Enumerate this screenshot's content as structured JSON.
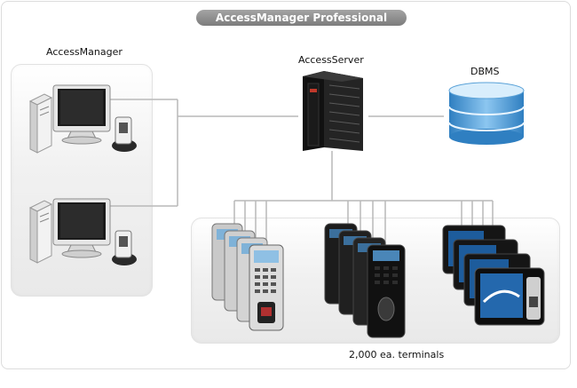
{
  "title": "AccessManager Professional",
  "nodes": {
    "access_manager": "AccessManager",
    "access_server": "AccessServer",
    "dbms": "DBMS",
    "terminals": "2,000 ea. terminals"
  },
  "colors": {
    "pill": "#8c8c8c",
    "panel": "#efefef",
    "line": "#b9b9b9",
    "server": "#1a1a1a",
    "db": "#3f8fcf"
  }
}
